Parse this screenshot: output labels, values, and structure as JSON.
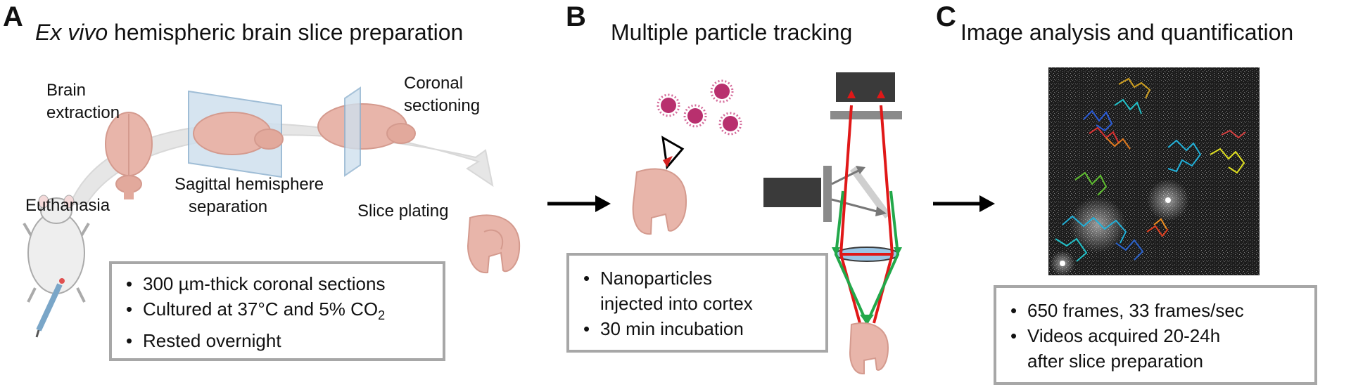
{
  "panels": {
    "a": {
      "letter": "A",
      "title_italic": "Ex vivo",
      "title_rest": " hemispheric brain slice preparation",
      "steps": {
        "euthanasia": "Euthanasia",
        "brain_extraction_1": "Brain",
        "brain_extraction_2": "extraction",
        "sagittal_1": "Sagittal hemisphere",
        "sagittal_2": "separation",
        "coronal_1": "Coronal",
        "coronal_2": "sectioning",
        "slice_plating": "Slice plating"
      },
      "bullets": {
        "b1": "300 µm-thick coronal sections",
        "b2_prefix": "Cultured at 37°C and 5% CO",
        "b2_sub": "2",
        "b3": "Rested overnight"
      }
    },
    "b": {
      "letter": "B",
      "title": "Multiple particle tracking",
      "bullets": {
        "b1_line1": "Nanoparticles",
        "b1_line2": "injected into cortex",
        "b2": "30 min incubation"
      }
    },
    "c": {
      "letter": "C",
      "title": "Image analysis and quantification",
      "bullets": {
        "b1": "650 frames, 33 frames/sec",
        "b2_line1": "Videos acquired 20-24h",
        "b2_line2": "after slice preparation"
      }
    }
  },
  "colors": {
    "brain": "#e8b5aa",
    "brain_dark": "#d49a8e",
    "box_border": "#a7a7a7",
    "laser_red": "#e01818",
    "laser_green": "#22a84a",
    "nanoparticle": "#b8306e",
    "instrument": "#3a3a3a"
  }
}
